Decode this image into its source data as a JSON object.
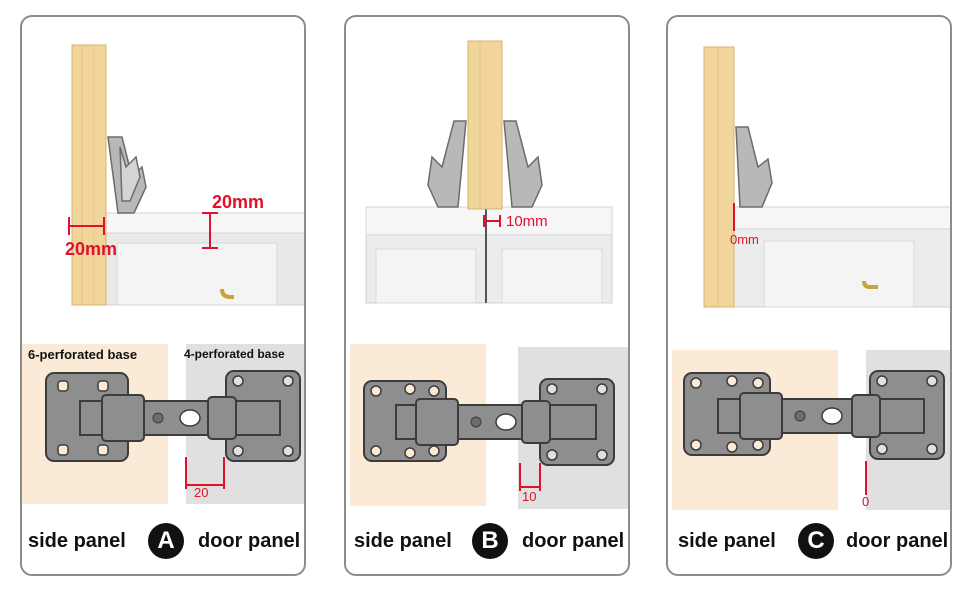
{
  "colors": {
    "accent_red": "#e0112a",
    "wood": "#f1d59b",
    "side_panel_bg": "#fbebd6",
    "door_panel_bg": "#e0e0e0",
    "hinge_gray": "#8e8e8e"
  },
  "panels": [
    {
      "badge": "A",
      "side_label": "side panel",
      "door_label": "door panel",
      "top_measure_vertical": "20mm",
      "top_measure_horizontal": "20mm",
      "base_label_left": "6-perforated base",
      "base_label_right": "4-perforated base",
      "bottom_measure": "20"
    },
    {
      "badge": "B",
      "side_label": "side panel",
      "door_label": "door panel",
      "top_measure": "10mm",
      "bottom_measure": "10"
    },
    {
      "badge": "C",
      "side_label": "side panel",
      "door_label": "door panel",
      "top_measure": "0mm",
      "bottom_measure": "0"
    }
  ]
}
